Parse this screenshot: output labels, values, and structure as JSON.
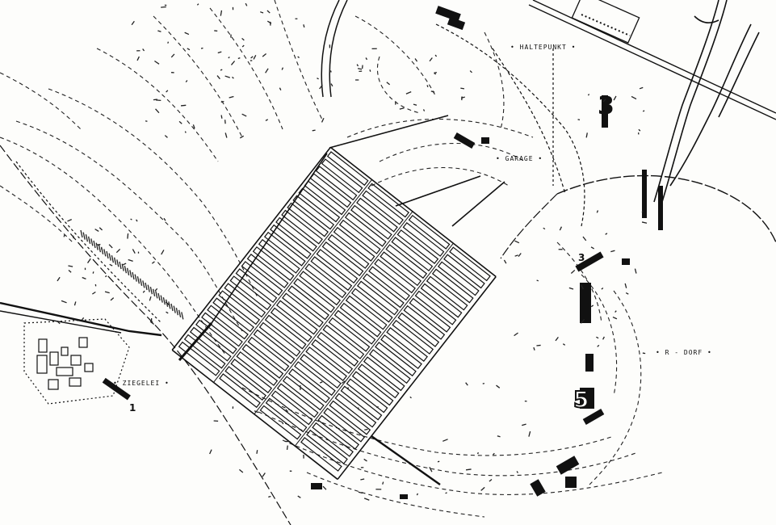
{
  "labels": {
    "haltepunkt": "• HALTEPUNKT •",
    "garage": "• GARAGE •",
    "ziegelei": "• ZIEGELEI •",
    "dorf": "• R - DORF •"
  },
  "markers": {
    "m1": "1",
    "m3": "3",
    "m3_top": "3",
    "m5": "5"
  },
  "colors": {
    "ink": "#111111",
    "paper": "#fdfdfb"
  }
}
